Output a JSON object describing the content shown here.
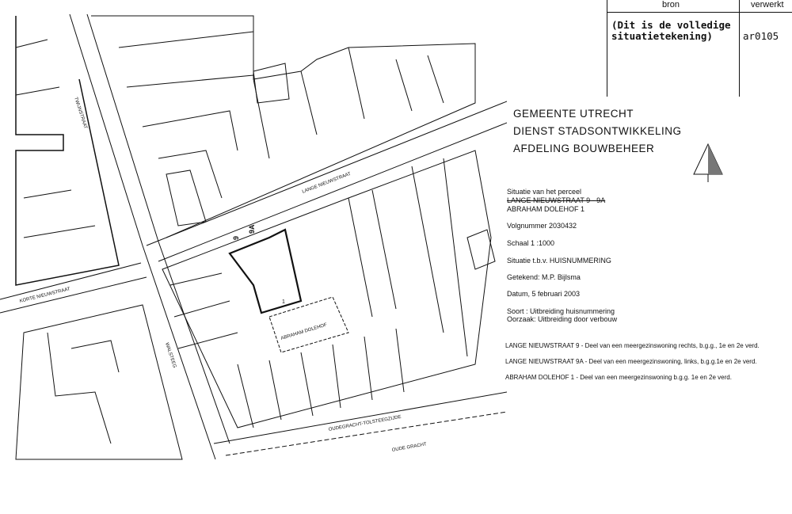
{
  "table": {
    "col_source": "bron",
    "col_processed": "verwerkt",
    "source_text": "(Dit is de volledige\nsituatietekening)",
    "processed_value": "ar0105"
  },
  "header": {
    "line1": "GEMEENTE  UTRECHT",
    "line2": "DIENST STADSONTWIKKELING",
    "line3": "AFDELING BOUWBEHEER"
  },
  "info": {
    "situation_label": "Situatie van het perceel",
    "struck_address": "LANGE NIEUWSTRAAT 9 - 9A",
    "address": "ABRAHAM DOLEHOF 1",
    "serial": "Volgnummer 2030432",
    "scale": "Schaal 1 :1000",
    "purpose": "Situatie t.b.v. HUISNUMMERING",
    "drawn_by": "Getekend: M.P. Bijlsma",
    "date": "Datum, 5 februari 2003",
    "type": "Soort : Uitbreiding huisnummering",
    "cause": "Oorzaak: Uitbreiding door verbouw"
  },
  "descriptions": [
    "LANGE NIEUWSTRAAT 9 - Deel van een meergezinswoning rechts, b.g.g., 1e en 2e verd.",
    "LANGE NIEUWSTRAAT 9A - Deel van een meergezinswoning, links, b.g.g.1e en 2e verd.",
    "ABRAHAM DOLEHOF 1 - Deel van een meergezinswoning b.g.g. 1e en 2e verd."
  ],
  "map": {
    "streets": {
      "lange": "LANGE NIEUWSTRAAT",
      "korte": "KORTE NIEUWSTRAAT",
      "dolehof": "ABRAHAM DOLEHOF",
      "tolsteeg": "OUDEGRACHT-TOLSTEEGZIJDE",
      "oudegracht": "OUDE GRACHT",
      "twijnstraat": "TWIJNSTRAAT",
      "walsteeg": "WALSTEEG"
    },
    "numbers": {
      "n9a": "9A",
      "n9": "9",
      "n1": "1"
    }
  }
}
